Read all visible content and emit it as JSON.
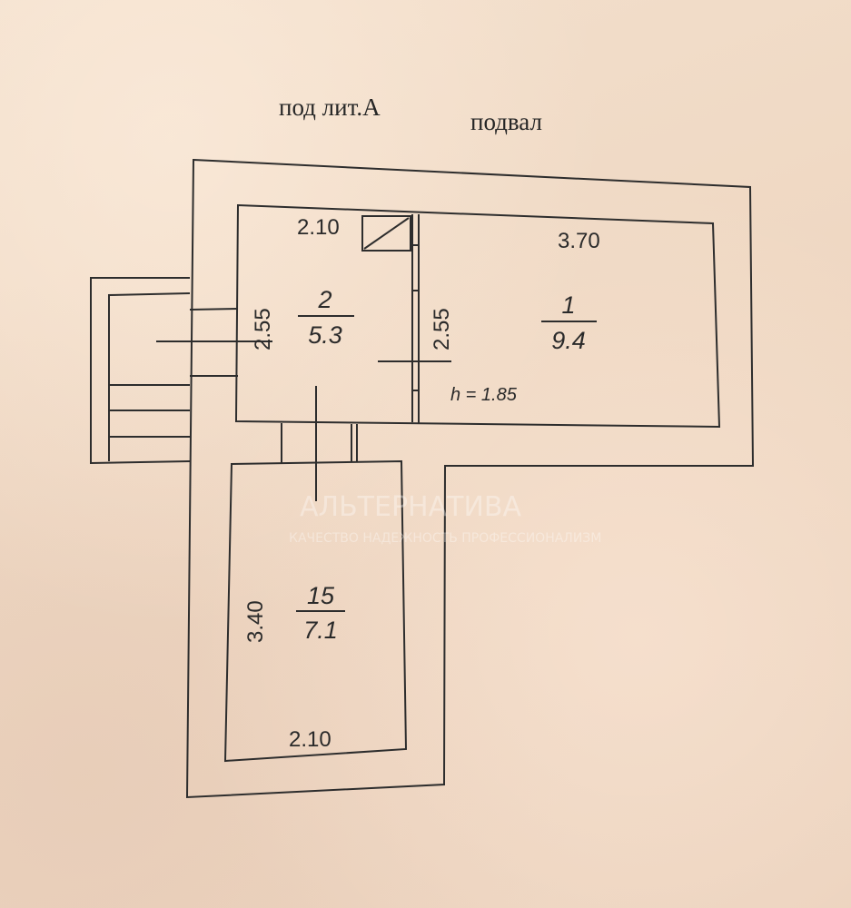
{
  "header": {
    "left_label": "под лит.А",
    "right_label": "подвал"
  },
  "rooms": [
    {
      "number": "2",
      "area": "5.3"
    },
    {
      "number": "1",
      "area": "9.4"
    },
    {
      "number": "15",
      "area": "7.1"
    }
  ],
  "dimensions": {
    "room2_width": "2.10",
    "room2_height": "2.55",
    "room1_width": "3.70",
    "room1_height": "2.55",
    "room15_height": "3.40",
    "room15_width": "2.10"
  },
  "ceiling_height": "h = 1.85",
  "watermark": {
    "name": "АЛЬТЕРНАТИВА",
    "tagline": "КАЧЕСТВО НАДЕЖНОСТЬ ПРОФЕССИОНАЛИЗМ"
  },
  "colors": {
    "paper": "#f1dcc8",
    "ink": "#2a2a2a"
  }
}
